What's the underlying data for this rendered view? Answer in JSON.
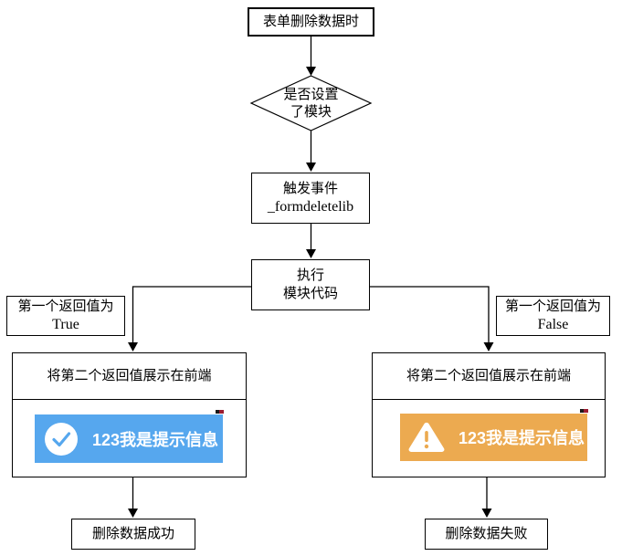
{
  "colors": {
    "toast-success-bg": "#56a7ee",
    "toast-warning-bg": "#ecaa50",
    "toast-text": "#ffffff",
    "line": "#000000",
    "corner-mark": "#9b1b30"
  },
  "flowchart": {
    "start": {
      "label": "表单删除数据时"
    },
    "decision": {
      "line1": "是否设置",
      "line2": "了模块"
    },
    "trigger": {
      "line1": "触发事件",
      "line2": "_formdeletelib"
    },
    "execute": {
      "line1": "执行",
      "line2": "模块代码"
    },
    "branch_true": {
      "line1": "第一个返回值为",
      "line2": "True"
    },
    "branch_false": {
      "line1": "第一个返回值为",
      "line2": "False"
    },
    "display_true": {
      "title": "将第二个返回值展示在前端",
      "toast": {
        "message": "123我是提示信息",
        "icon": "success-check-icon"
      }
    },
    "display_false": {
      "title": "将第二个返回值展示在前端",
      "toast": {
        "message": "123我是提示信息",
        "icon": "warning-triangle-icon"
      }
    },
    "end_success": {
      "label": "删除数据成功"
    },
    "end_fail": {
      "label": "删除数据失败"
    }
  }
}
